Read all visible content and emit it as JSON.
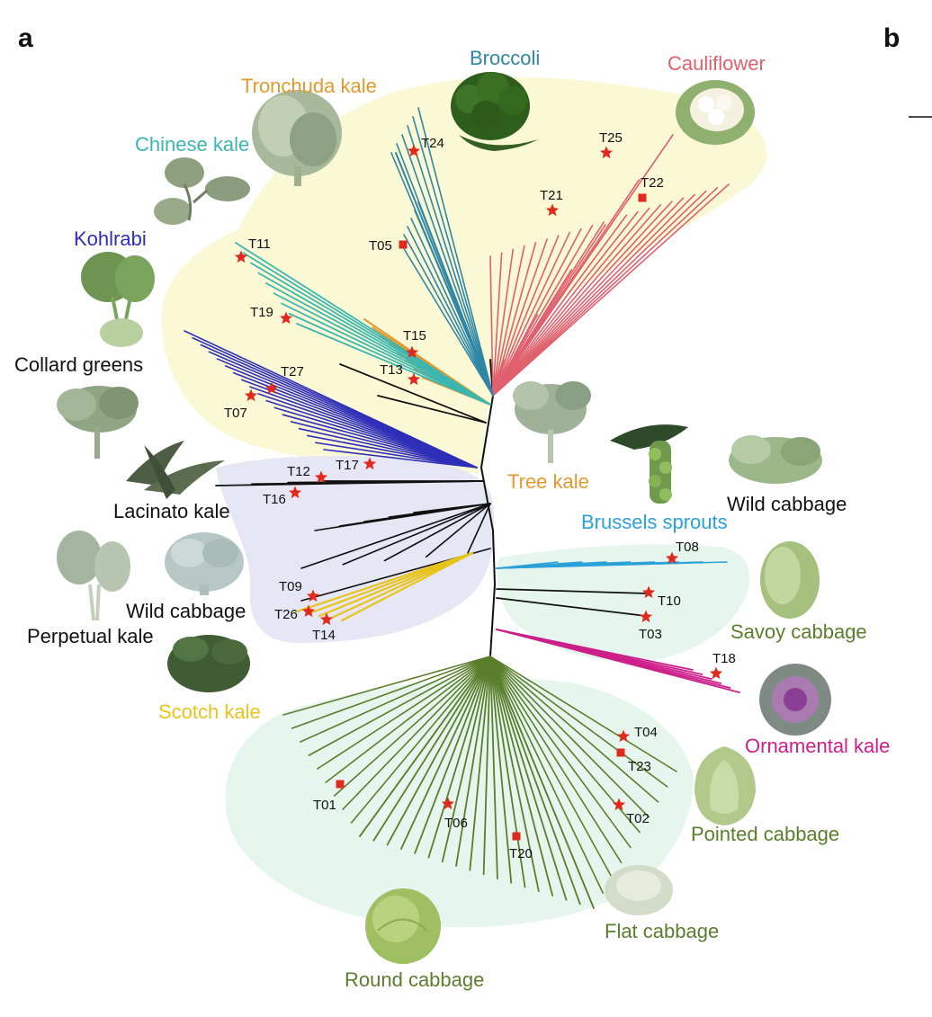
{
  "panels": {
    "a": "a",
    "b": "b"
  },
  "colors": {
    "tronchuda": "#e29a2e",
    "broccoli": "#2f86a6",
    "cauliflower": "#e0606e",
    "chinese_kale": "#3bb6b0",
    "kohlrabi": "#2e2eb8",
    "scotch": "#e8c41a",
    "brussels": "#2aa1d8",
    "cabbage": "#5a7e2c",
    "ornamental": "#cc1f8a",
    "black": "#111111",
    "region_yellow": "#fbf8d6",
    "region_purple": "#e7e6f5",
    "region_green": "#e6f6ee",
    "marker": "#e02a1e"
  },
  "groups": [
    {
      "key": "tronchuda",
      "label": "Tronchuda kale",
      "color": "#e29a2e"
    },
    {
      "key": "broccoli",
      "label": "Broccoli",
      "color": "#2f86a6"
    },
    {
      "key": "cauliflower",
      "label": "Cauliflower",
      "color": "#e0606e"
    },
    {
      "key": "chinese_kale",
      "label": "Chinese kale",
      "color": "#3bb6b0"
    },
    {
      "key": "kohlrabi",
      "label": "Kohlrabi",
      "color": "#2e2eb8"
    },
    {
      "key": "collard",
      "label": "Collard greens",
      "color": "#111111"
    },
    {
      "key": "lacinato",
      "label": "Lacinato kale",
      "color": "#111111"
    },
    {
      "key": "tree_kale",
      "label": "Tree kale",
      "color": "#e29a2e"
    },
    {
      "key": "wild_cabbage_right",
      "label": "Wild cabbage",
      "color": "#111111"
    },
    {
      "key": "brussels",
      "label": "Brussels sprouts",
      "color": "#2aa1d8"
    },
    {
      "key": "wild_cabbage_left",
      "label": "Wild cabbage",
      "color": "#111111"
    },
    {
      "key": "perpetual",
      "label": "Perpetual kale",
      "color": "#111111"
    },
    {
      "key": "savoy",
      "label": "Savoy cabbage",
      "color": "#5a7e2c"
    },
    {
      "key": "scotch",
      "label": "Scotch kale",
      "color": "#e8c41a"
    },
    {
      "key": "ornamental",
      "label": "Ornamental kale",
      "color": "#cc1f8a"
    },
    {
      "key": "pointed",
      "label": "Pointed cabbage",
      "color": "#5a7e2c"
    },
    {
      "key": "flat",
      "label": "Flat cabbage",
      "color": "#5a7e2c"
    },
    {
      "key": "round",
      "label": "Round cabbage",
      "color": "#5a7e2c"
    }
  ],
  "markers": [
    {
      "id": "T24",
      "shape": "star"
    },
    {
      "id": "T25",
      "shape": "star"
    },
    {
      "id": "T22",
      "shape": "square"
    },
    {
      "id": "T21",
      "shape": "star"
    },
    {
      "id": "T05",
      "shape": "square"
    },
    {
      "id": "T11",
      "shape": "star"
    },
    {
      "id": "T19",
      "shape": "star"
    },
    {
      "id": "T15",
      "shape": "star"
    },
    {
      "id": "T13",
      "shape": "star"
    },
    {
      "id": "T27",
      "shape": "star"
    },
    {
      "id": "T07",
      "shape": "star"
    },
    {
      "id": "T17",
      "shape": "star"
    },
    {
      "id": "T12",
      "shape": "star"
    },
    {
      "id": "T16",
      "shape": "star"
    },
    {
      "id": "T09",
      "shape": "star"
    },
    {
      "id": "T26",
      "shape": "star"
    },
    {
      "id": "T14",
      "shape": "star"
    },
    {
      "id": "T08",
      "shape": "star"
    },
    {
      "id": "T10",
      "shape": "star"
    },
    {
      "id": "T03",
      "shape": "star"
    },
    {
      "id": "T18",
      "shape": "star"
    },
    {
      "id": "T04",
      "shape": "star"
    },
    {
      "id": "T23",
      "shape": "square"
    },
    {
      "id": "T02",
      "shape": "star"
    },
    {
      "id": "T01",
      "shape": "square"
    },
    {
      "id": "T06",
      "shape": "star"
    },
    {
      "id": "T20",
      "shape": "square"
    }
  ]
}
